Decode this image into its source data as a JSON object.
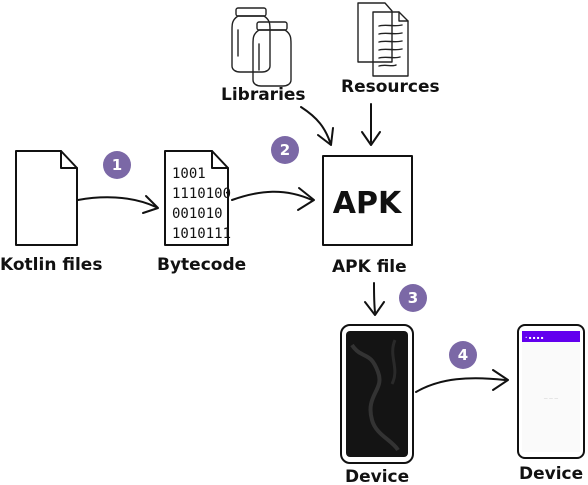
{
  "labels": {
    "kotlin_files": "Kotlin files",
    "bytecode": "Bytecode",
    "apk_file": "APK file",
    "libraries": "Libraries",
    "resources": "Resources",
    "device_dark": "Device",
    "device_light": "Device"
  },
  "apk_box_text": "APK",
  "bytecode_lines": [
    "1001",
    "1110100",
    "001010",
    "1010111"
  ],
  "steps": [
    "1",
    "2",
    "3",
    "4"
  ],
  "colors": {
    "step_badge": "#7b68a6",
    "app_bar": "#6200ee",
    "ink": "#111111"
  }
}
